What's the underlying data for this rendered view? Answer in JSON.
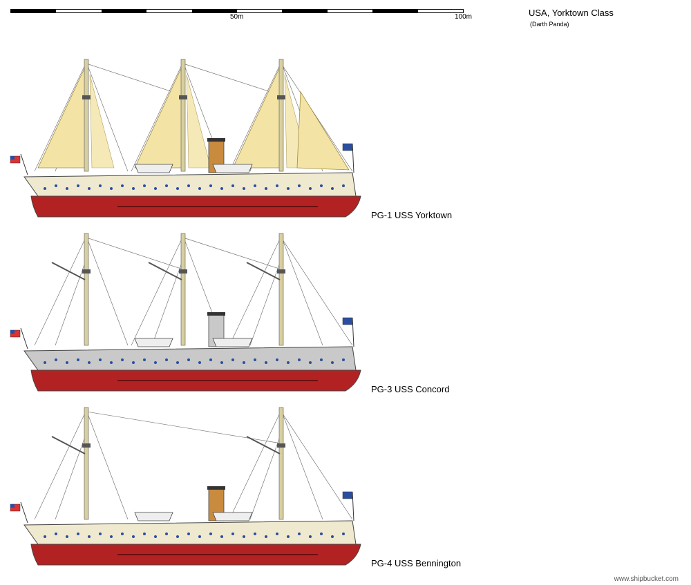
{
  "scale_bar": {
    "label_mid": "50m",
    "label_end": "100m",
    "segments": 10
  },
  "header": {
    "title": "USA, Yorktown Class",
    "author": "(Darth Panda)"
  },
  "ships": [
    {
      "name": "PG-1 USS Yorktown",
      "hull_color": "#efe9cf",
      "sails": true,
      "masts": 3
    },
    {
      "name": "PG-3 USS Concord",
      "hull_color": "#c9c9c9",
      "sails": false,
      "masts": 3
    },
    {
      "name": "PG-4 USS Bennington",
      "hull_color": "#efe9cf",
      "sails": false,
      "masts": 2
    }
  ],
  "colors": {
    "lower_hull": "#b22222",
    "sail": "#f3e4a6",
    "funnel": "#c98b3e",
    "porthole": "#2a4fa0"
  },
  "footer": {
    "watermark": "www.shipbucket.com"
  }
}
